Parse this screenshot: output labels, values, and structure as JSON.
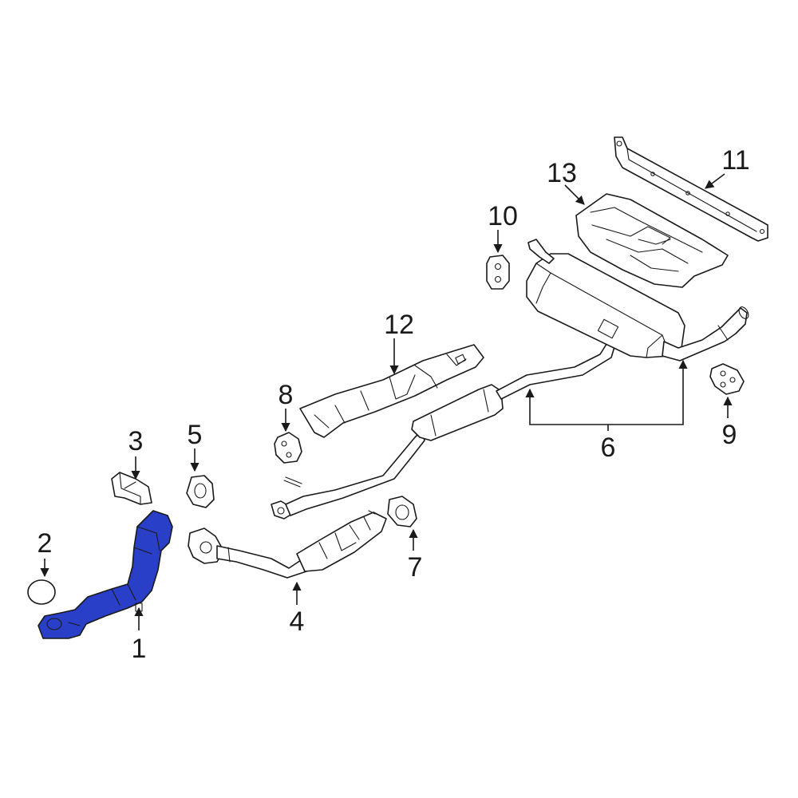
{
  "diagram": {
    "highlight_color": "#2a3fc8",
    "line_color": "#1a1a1a",
    "background": "#ffffff",
    "callouts": [
      {
        "id": "c1",
        "label": "1"
      },
      {
        "id": "c2",
        "label": "2"
      },
      {
        "id": "c3",
        "label": "3"
      },
      {
        "id": "c4",
        "label": "4"
      },
      {
        "id": "c5",
        "label": "5"
      },
      {
        "id": "c6",
        "label": "6"
      },
      {
        "id": "c7",
        "label": "7"
      },
      {
        "id": "c8",
        "label": "8"
      },
      {
        "id": "c9",
        "label": "9"
      },
      {
        "id": "c10",
        "label": "10"
      },
      {
        "id": "c11",
        "label": "11"
      },
      {
        "id": "c12",
        "label": "12"
      },
      {
        "id": "c13",
        "label": "13"
      }
    ]
  }
}
